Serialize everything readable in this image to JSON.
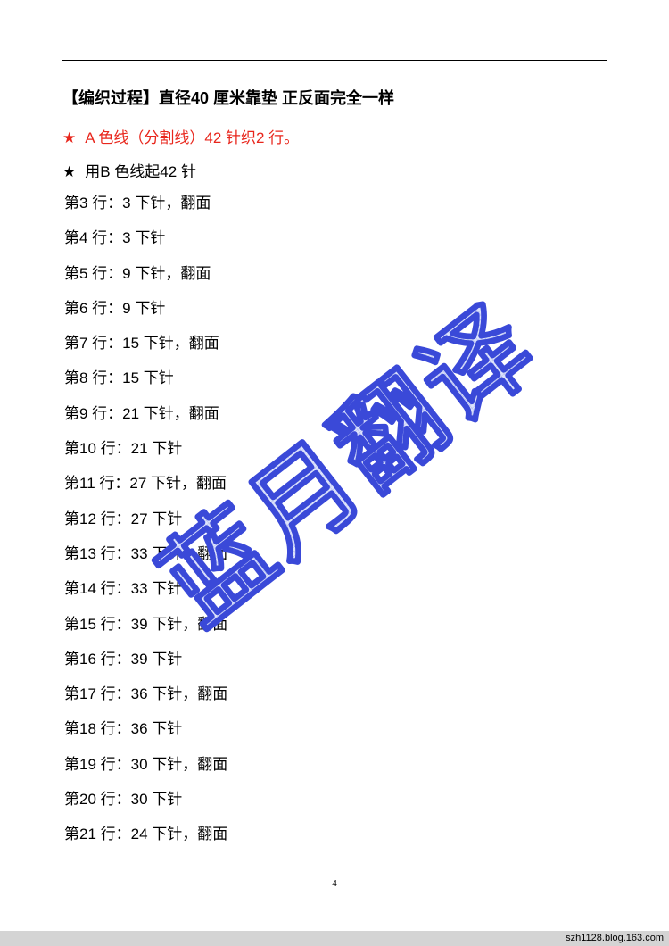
{
  "heading": "【编织过程】直径40 厘米靠垫   正反面完全一样",
  "steps": {
    "a_star": "★",
    "a_text": "A 色线（分割线）42 针织2 行。",
    "b_star": "★",
    "b_text": "用B 色线起42 针"
  },
  "rows": [
    "第3 行：3 下针，翻面",
    "第4 行：3 下针",
    "第5 行：9 下针，翻面",
    "第6 行：9 下针",
    "第7 行：15 下针，翻面",
    "第8 行：15 下针",
    "第9 行：21 下针，翻面",
    "第10 行：21 下针",
    "第11 行：27 下针，翻面",
    "第12 行：27 下针",
    "第13 行：33 下针，翻面",
    "第14 行：33 下针",
    "第15 行：39 下针，翻面",
    "第16 行：39 下针",
    "第17 行：36 下针，翻面",
    "第18 行：36 下针",
    "第19 行：30 下针，翻面",
    "第20 行：30 下针",
    "第21 行：24 下针，翻面"
  ],
  "page_number": "4",
  "footer_url": "szh1128.blog.163.com",
  "watermark": {
    "text": "蓝月翻译",
    "fill_color": "#cfd7f7",
    "stroke_color": "#3a49d8"
  },
  "colors": {
    "step_a": "#e8261c",
    "footer_bar": "#d4d4d4"
  }
}
